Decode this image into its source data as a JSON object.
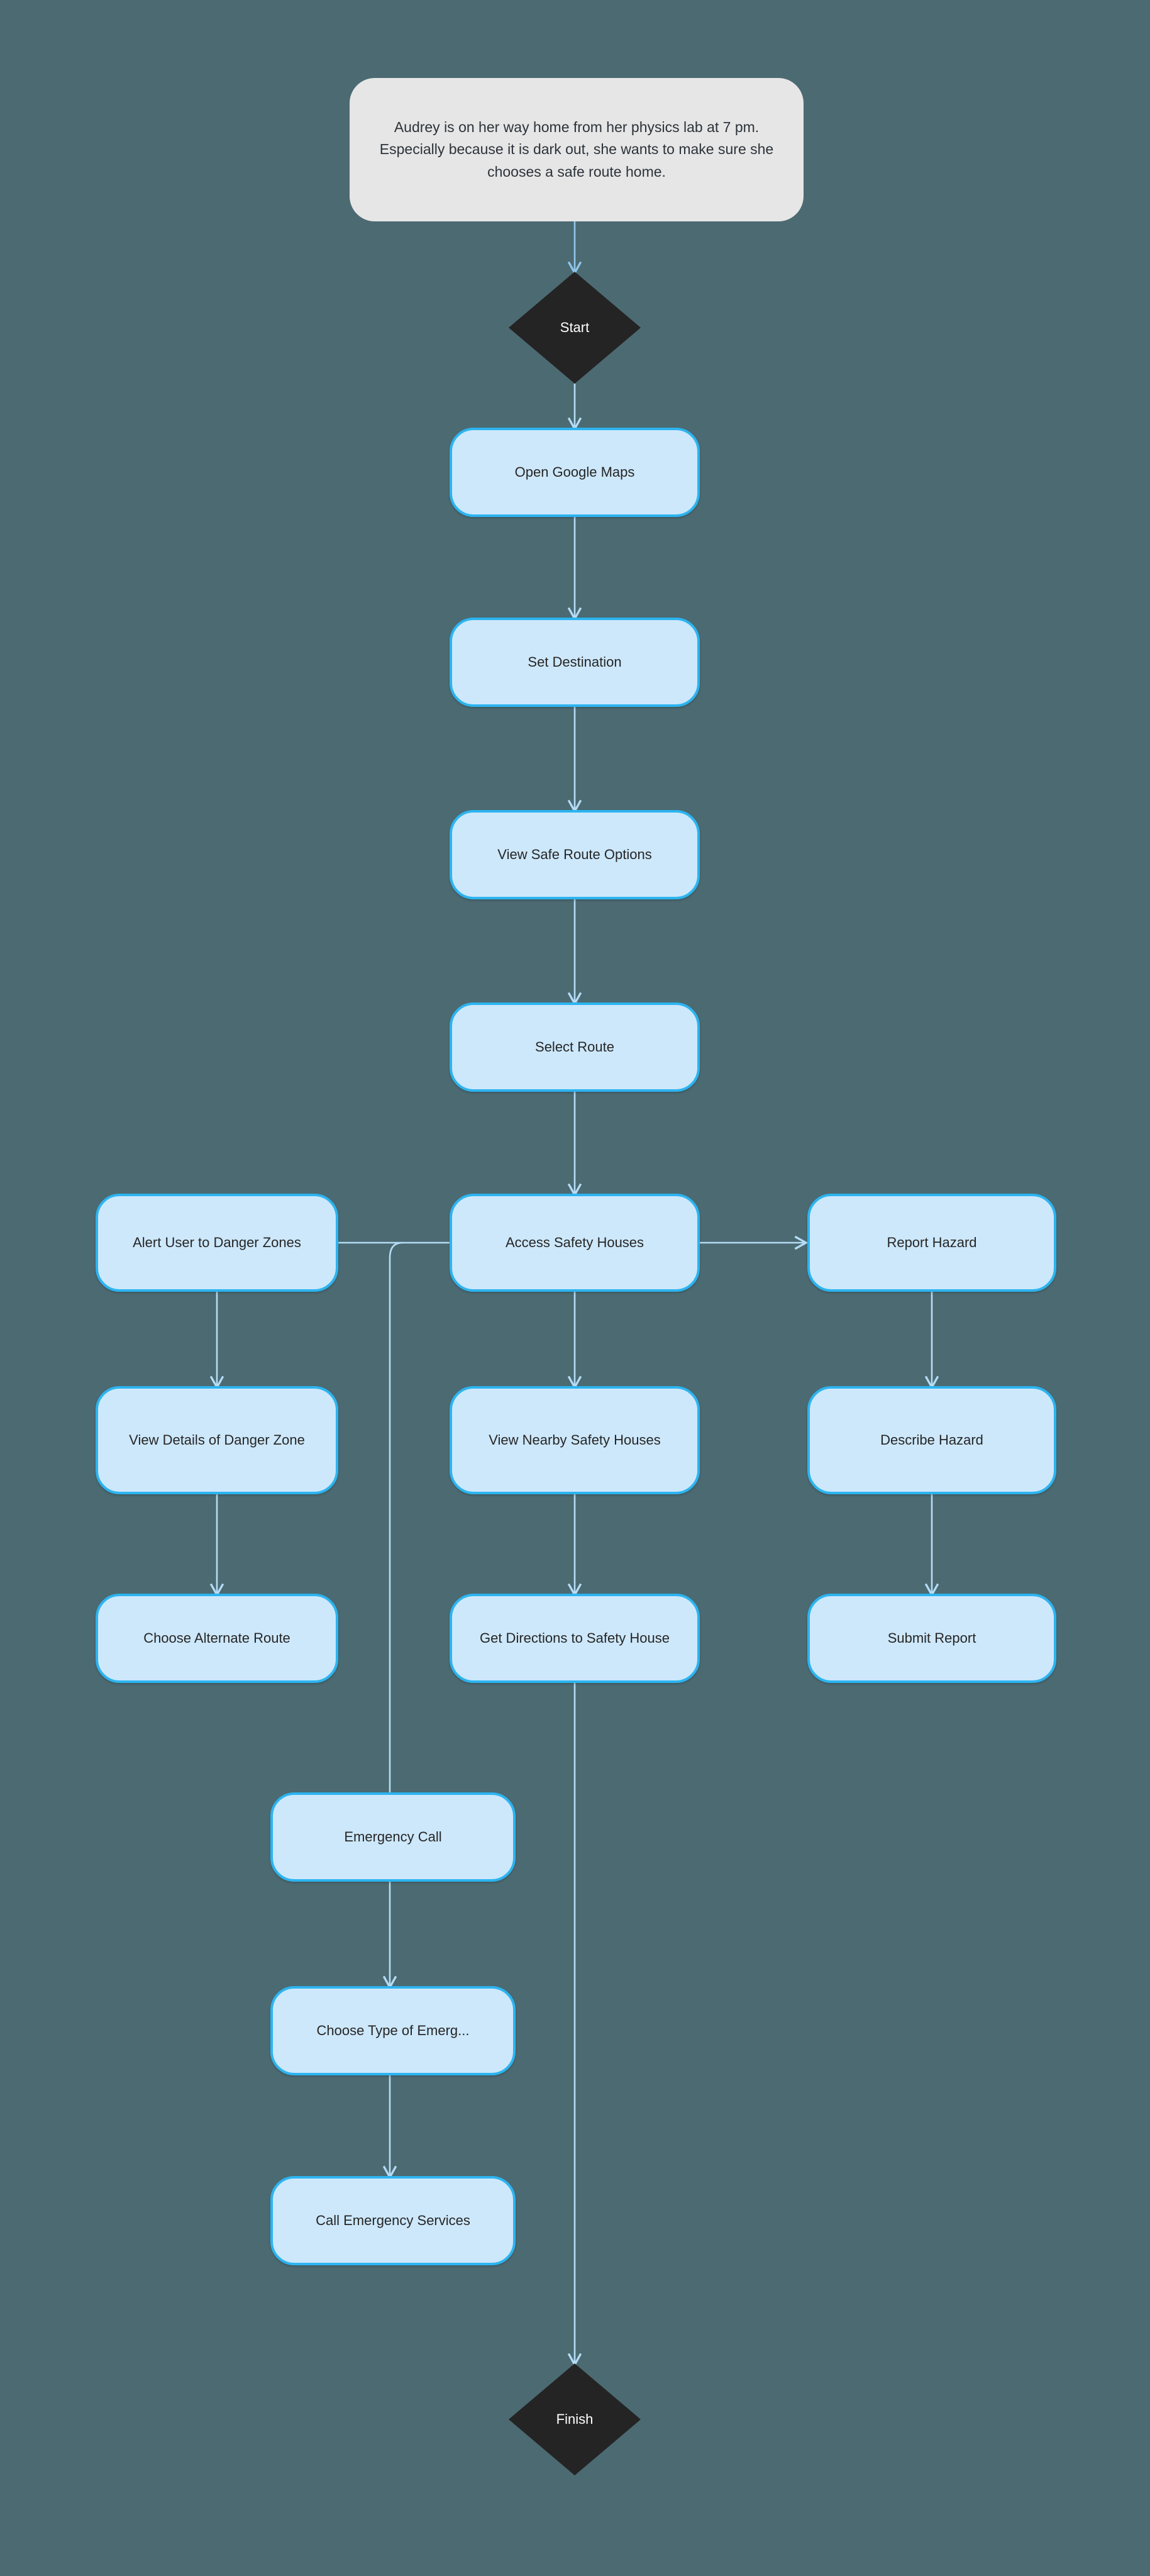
{
  "diagram": {
    "title": "Safe Route Home Flowchart",
    "type": "flowchart",
    "background_color": "#4c6a72",
    "node_fill_color": "#cde8fb",
    "node_border_color": "#2cb4f0",
    "terminal_fill_color": "#242424",
    "terminal_text_color": "#ffffff",
    "note_fill_color": "#e6e6e6",
    "edge_color": "#b4dcf5"
  },
  "note": {
    "text": "Audrey is on her way home from her physics lab at 7 pm. Especially because it is dark out, she wants to make sure she chooses a safe route home."
  },
  "terminals": {
    "start": "Start",
    "finish": "Finish"
  },
  "nodes": [
    {
      "id": "open_google_maps",
      "label": "Open Google Maps"
    },
    {
      "id": "set_destination",
      "label": "Set Destination"
    },
    {
      "id": "view_safe_route_options",
      "label": "View Safe Route Options"
    },
    {
      "id": "select_route",
      "label": "Select Route"
    },
    {
      "id": "alert_user_to_danger_zones",
      "label": "Alert User to Danger Zones"
    },
    {
      "id": "access_safety_houses",
      "label": "Access Safety Houses"
    },
    {
      "id": "report_hazard",
      "label": "Report Hazard"
    },
    {
      "id": "view_details_of_danger_zone",
      "label": "View Details of Danger Zone"
    },
    {
      "id": "view_nearby_safety_houses",
      "label": "View Nearby Safety Houses"
    },
    {
      "id": "describe_hazard",
      "label": "Describe Hazard"
    },
    {
      "id": "choose_alternate_route",
      "label": "Choose Alternate Route"
    },
    {
      "id": "get_directions_to_safety_house",
      "label": "Get Directions to Safety House"
    },
    {
      "id": "submit_report",
      "label": "Submit Report"
    },
    {
      "id": "emergency_call",
      "label": "Emergency Call"
    },
    {
      "id": "choose_type_of_emergency",
      "label": "Choose Type of Emerg..."
    },
    {
      "id": "call_emergency_services",
      "label": "Call Emergency Services"
    }
  ],
  "edges": [
    {
      "from": "note",
      "to": "start"
    },
    {
      "from": "start",
      "to": "open_google_maps"
    },
    {
      "from": "open_google_maps",
      "to": "set_destination"
    },
    {
      "from": "set_destination",
      "to": "view_safe_route_options"
    },
    {
      "from": "view_safe_route_options",
      "to": "select_route"
    },
    {
      "from": "select_route",
      "to": "access_safety_houses"
    },
    {
      "from": "access_safety_houses",
      "to": "alert_user_to_danger_zones"
    },
    {
      "from": "access_safety_houses",
      "to": "report_hazard"
    },
    {
      "from": "access_safety_houses",
      "to": "view_nearby_safety_houses"
    },
    {
      "from": "access_safety_houses",
      "to": "emergency_call"
    },
    {
      "from": "alert_user_to_danger_zones",
      "to": "view_details_of_danger_zone"
    },
    {
      "from": "view_details_of_danger_zone",
      "to": "choose_alternate_route"
    },
    {
      "from": "report_hazard",
      "to": "describe_hazard"
    },
    {
      "from": "describe_hazard",
      "to": "submit_report"
    },
    {
      "from": "view_nearby_safety_houses",
      "to": "get_directions_to_safety_house"
    },
    {
      "from": "get_directions_to_safety_house",
      "to": "finish"
    },
    {
      "from": "emergency_call",
      "to": "choose_type_of_emergency"
    },
    {
      "from": "choose_type_of_emergency",
      "to": "call_emergency_services"
    }
  ]
}
